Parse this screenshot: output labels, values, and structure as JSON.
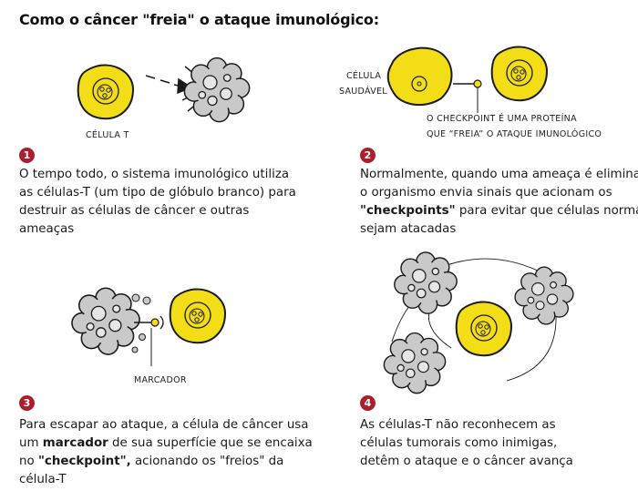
{
  "title": "Como o câncer \"freia\" o ataque imunológico:",
  "colors": {
    "yellow": "#f2dd16",
    "badge": "#a8202c",
    "gray": "#c9c9c9",
    "ink": "#1a1a1a"
  },
  "steps": [
    {
      "number": "1",
      "labels": {
        "t_cell": "CÉLULA T"
      },
      "lines": [
        [
          {
            "t": "O tempo todo, o sistema imunológico utiliza"
          }
        ],
        [
          {
            "t": "as células-T (um tipo de glóbulo branco) para"
          }
        ],
        [
          {
            "t": "destruir as células de câncer e outras"
          }
        ],
        [
          {
            "t": "ameaças"
          }
        ]
      ]
    },
    {
      "number": "2",
      "labels": {
        "healthy_1": "CÉLULA",
        "healthy_2": "SAUDÁVEL",
        "checkpoint_1": "O CHECKPOINT É UMA PROTEÍNA",
        "checkpoint_2": "QUE “FREIA” O ATAQUE IMUNOLÓGICO"
      },
      "lines": [
        [
          {
            "t": "Normalmente, quando uma ameaça é eliminada,"
          }
        ],
        [
          {
            "t": "o organismo envia sinais que acionam os"
          }
        ],
        [
          {
            "t": "\"checkpoints\"",
            "b": true
          },
          {
            "t": " para evitar que células normais"
          }
        ],
        [
          {
            "t": "sejam atacadas"
          }
        ]
      ]
    },
    {
      "number": "3",
      "labels": {
        "marker": "MARCADOR"
      },
      "lines": [
        [
          {
            "t": "Para escapar ao ataque, a célula de câncer usa"
          }
        ],
        [
          {
            "t": "um "
          },
          {
            "t": "marcador",
            "b": true
          },
          {
            "t": " de sua superfície que se encaixa"
          }
        ],
        [
          {
            "t": "no "
          },
          {
            "t": "\"checkpoint\",",
            "b": true
          },
          {
            "t": " acionando os \"freios\" da"
          }
        ],
        [
          {
            "t": "célula-T"
          }
        ]
      ]
    },
    {
      "number": "4",
      "lines": [
        [
          {
            "t": "As células-T não reconhecem as"
          }
        ],
        [
          {
            "t": "células tumorais como inimigas,"
          }
        ],
        [
          {
            "t": "detêm o ataque e o câncer avança"
          }
        ]
      ]
    }
  ]
}
